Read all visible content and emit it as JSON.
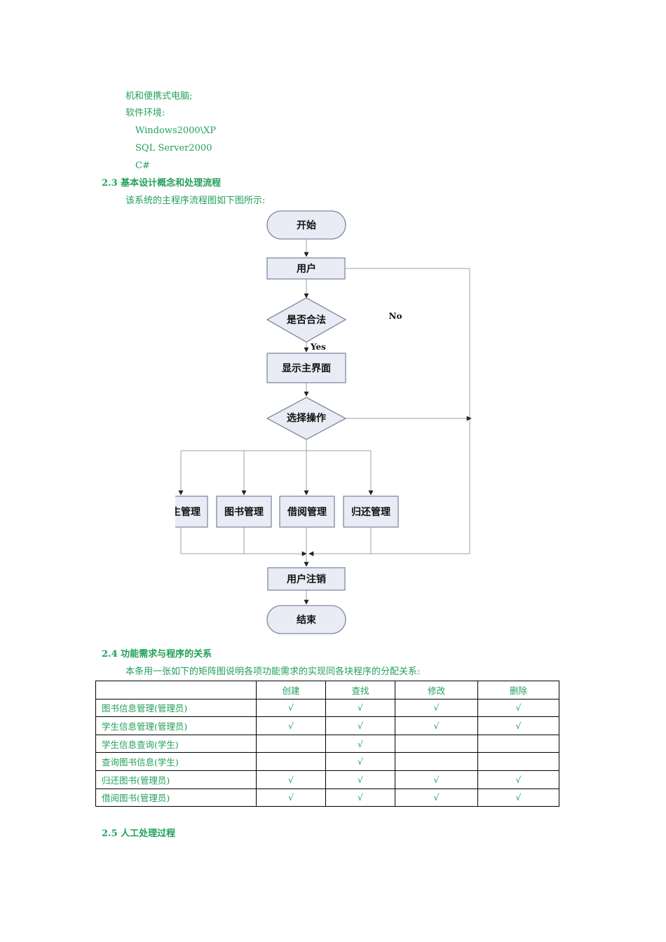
{
  "paragraphs": {
    "line1": "机和便携式电脑;",
    "line2": "软件环境:",
    "line3": "Windows2000\\XP",
    "line4": "SQL Server2000",
    "line5": "C#"
  },
  "section_2_3": {
    "heading": "2.3 基本设计概念和处理流程",
    "intro": "该系统的主程序流程图如下图所示:"
  },
  "flowchart": {
    "start": "开始",
    "user": "用户",
    "legal": "是否合法",
    "no": "No",
    "yes": "Yes",
    "main_ui": "显示主界面",
    "choose": "选择操作",
    "modules": [
      "学生管理",
      "图书管理",
      "借阅管理",
      "归还管理"
    ],
    "logout": "用户注销",
    "end": "结束"
  },
  "section_2_4": {
    "heading": "2.4 功能需求与程序的关系",
    "intro": "本条用一张如下的矩阵图说明各项功能需求的实现同各块程序的分配关系:"
  },
  "matrix": {
    "columns": [
      "",
      "创建",
      "查找",
      "修改",
      "删除"
    ],
    "rows": [
      [
        "图书信息管理(管理员)",
        "√",
        "√",
        "√",
        "√"
      ],
      [
        "学生信息管理(管理员)",
        "√",
        "√",
        "√",
        "√"
      ],
      [
        "学生信息查询(学生)",
        "",
        "√",
        "",
        ""
      ],
      [
        "查询图书信息(学生)",
        "",
        "√",
        "",
        ""
      ],
      [
        "归还图书(管理员)",
        "√",
        "√",
        "√",
        "√"
      ],
      [
        "借阅图书(管理员)",
        "√",
        "√",
        "√",
        "√"
      ]
    ]
  },
  "section_2_5": {
    "heading": "2.5 人工处理过程"
  },
  "colors": {
    "text_green": "#22a05a",
    "node_fill": "#e9ebf5",
    "node_stroke": "#7f8aa0"
  }
}
